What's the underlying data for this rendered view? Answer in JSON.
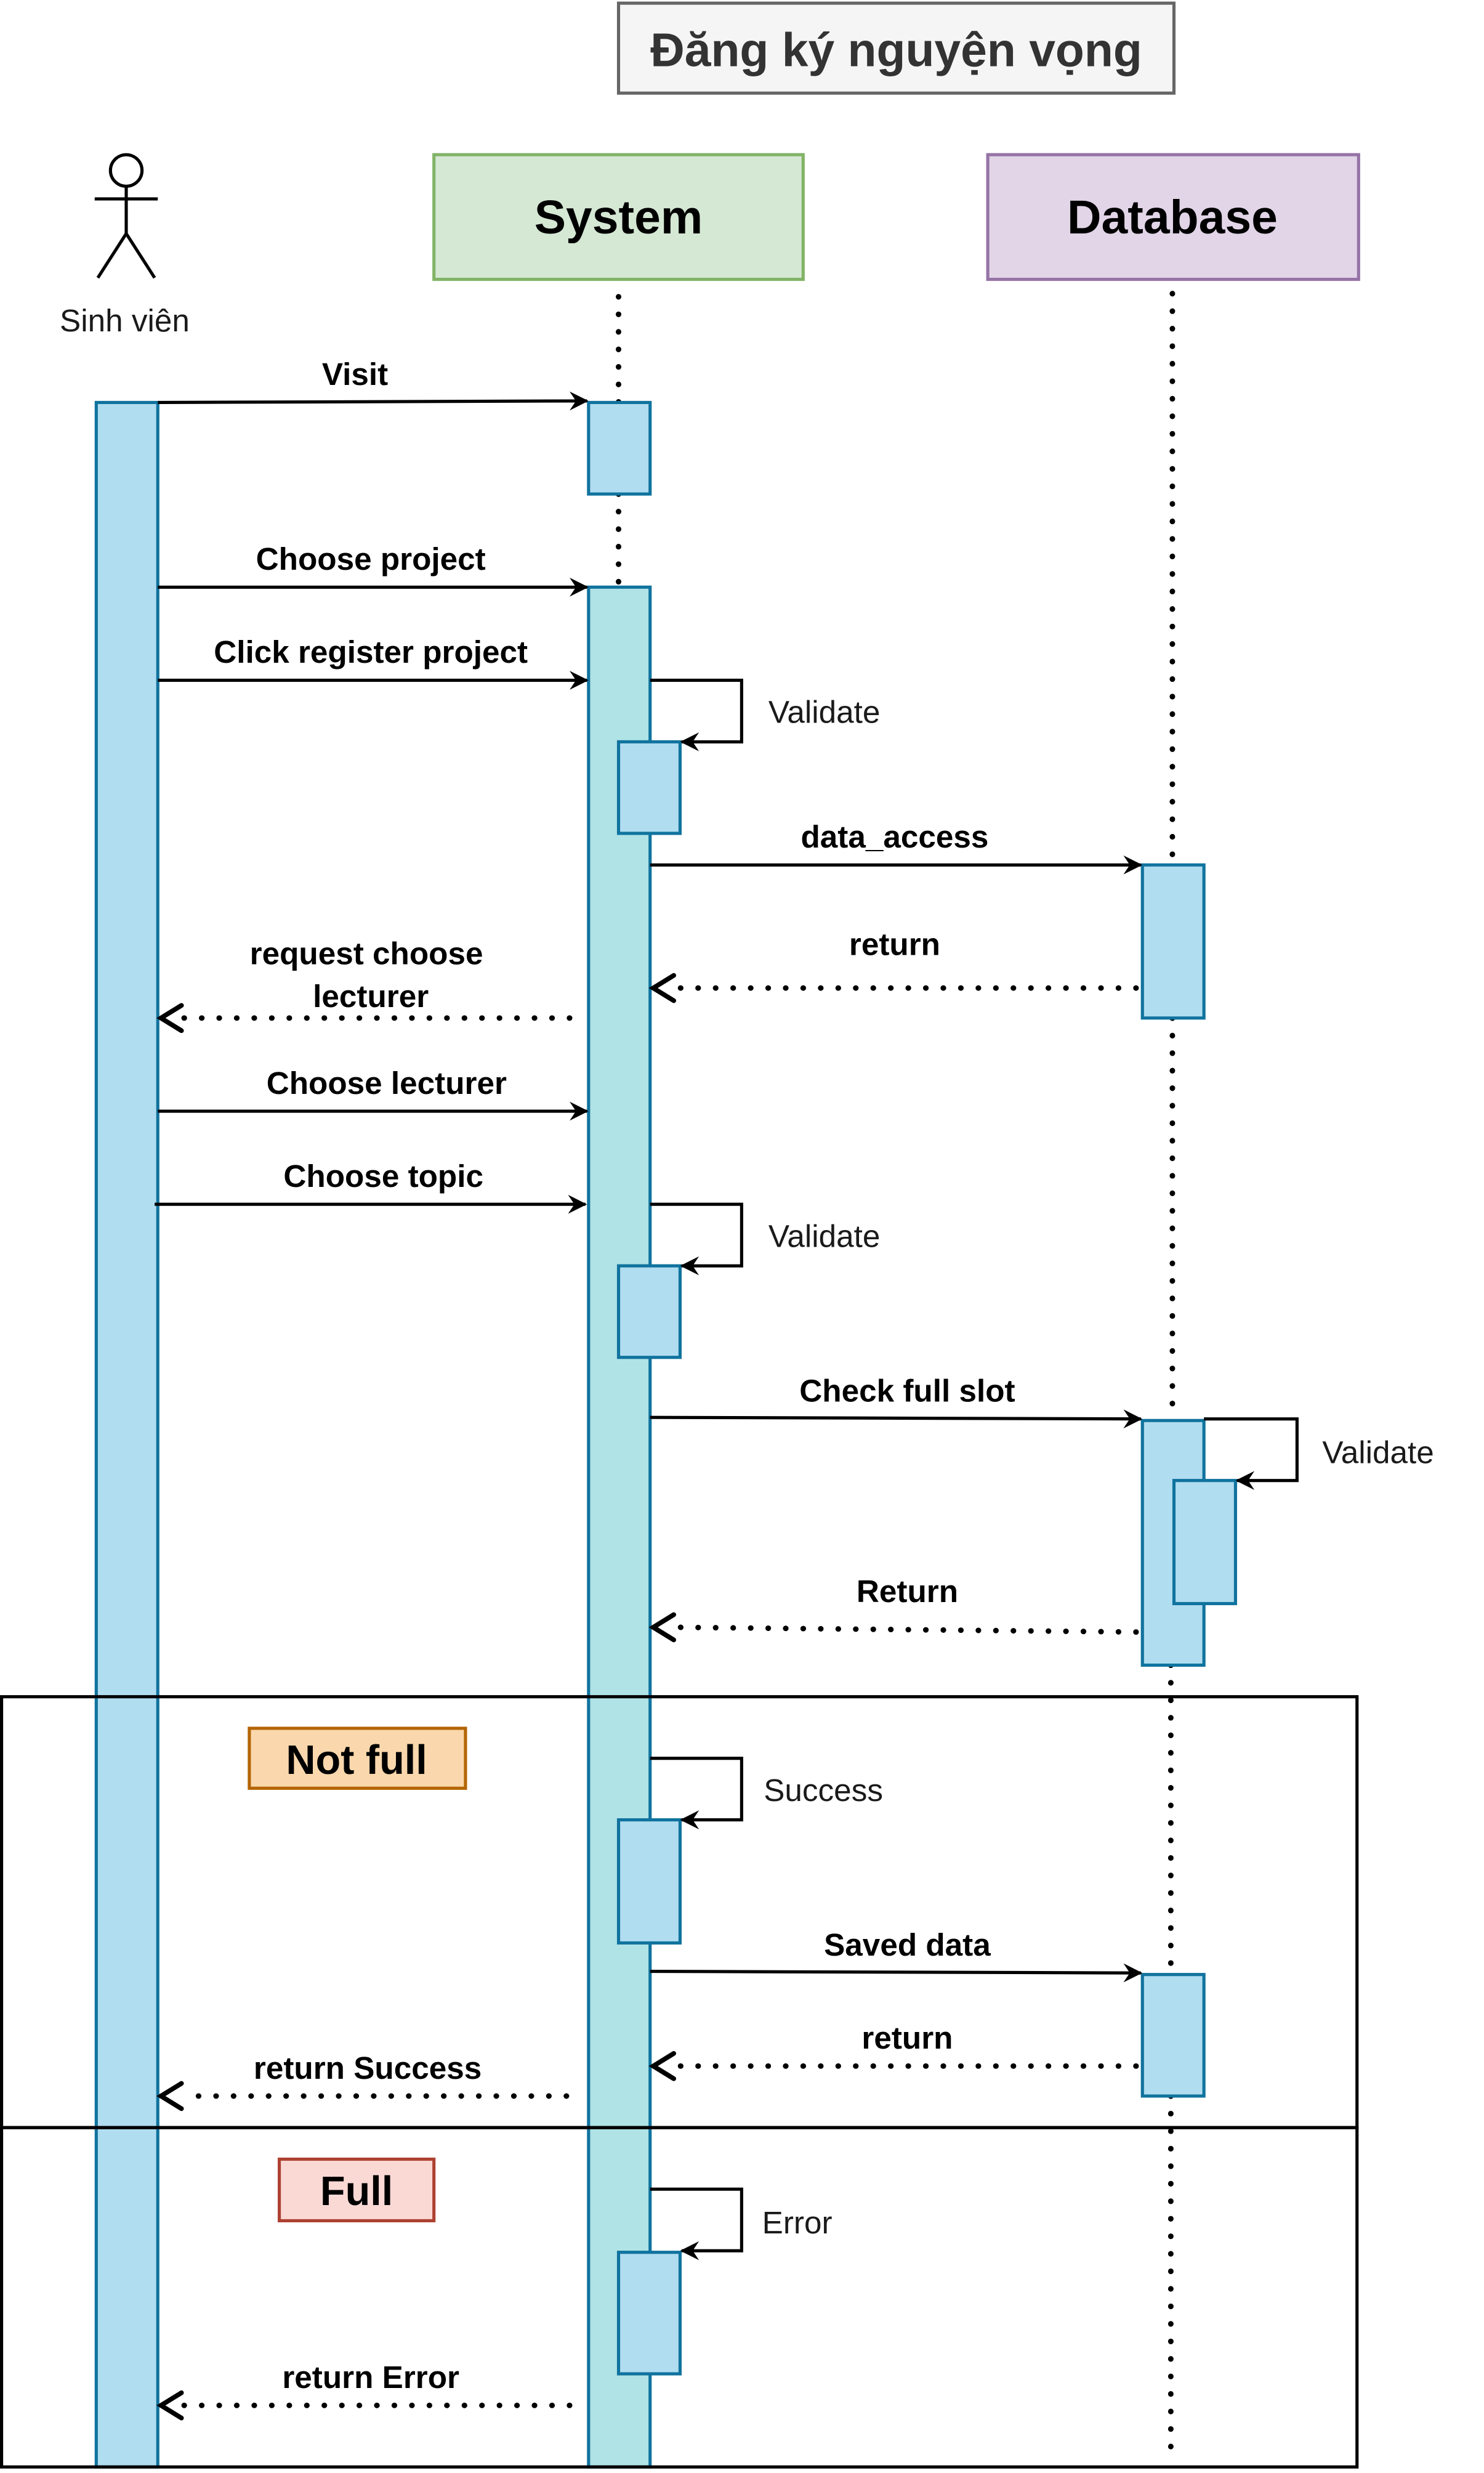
{
  "title": "Đăng ký nguyện vọng",
  "actor": {
    "label": "Sinh viên"
  },
  "participants": [
    {
      "id": "system",
      "label": "System",
      "fill": "#d5e8d4",
      "stroke": "#82b366"
    },
    {
      "id": "database",
      "label": "Database",
      "fill": "#e1d5e7",
      "stroke": "#9673a6"
    }
  ],
  "messages": [
    {
      "id": "visit",
      "label": "Visit",
      "kind": "sync"
    },
    {
      "id": "choose-project",
      "label": "Choose project",
      "kind": "sync"
    },
    {
      "id": "click-register",
      "label": "Click register project",
      "kind": "sync"
    },
    {
      "id": "validate-1",
      "label": "Validate",
      "kind": "self"
    },
    {
      "id": "data-access",
      "label": "data_access",
      "kind": "sync"
    },
    {
      "id": "return-1",
      "label": "return",
      "kind": "reply"
    },
    {
      "id": "request-choose-lecturer",
      "label": "request choose\nlecturer",
      "kind": "reply"
    },
    {
      "id": "choose-lecturer",
      "label": "Choose lecturer",
      "kind": "sync"
    },
    {
      "id": "choose-topic",
      "label": "Choose topic",
      "kind": "sync"
    },
    {
      "id": "validate-2",
      "label": "Validate",
      "kind": "self"
    },
    {
      "id": "check-full-slot",
      "label": "Check full slot",
      "kind": "sync"
    },
    {
      "id": "validate-3",
      "label": "Validate",
      "kind": "self"
    },
    {
      "id": "return-2",
      "label": "Return",
      "kind": "reply"
    },
    {
      "id": "success",
      "label": "Success",
      "kind": "self"
    },
    {
      "id": "saved-data",
      "label": "Saved data",
      "kind": "sync"
    },
    {
      "id": "return-3",
      "label": "return",
      "kind": "reply"
    },
    {
      "id": "return-success",
      "label": "return Success",
      "kind": "reply"
    },
    {
      "id": "error",
      "label": "Error",
      "kind": "self"
    },
    {
      "id": "return-error",
      "label": "return Error",
      "kind": "reply"
    }
  ],
  "fragments": [
    {
      "id": "not-full",
      "label": "Not full",
      "fill": "#fad7ac",
      "stroke": "#b46504"
    },
    {
      "id": "full",
      "label": "Full",
      "fill": "#fad9d5",
      "stroke": "#ae4132"
    }
  ],
  "colors": {
    "activation_fill": "#b1ddf0",
    "activation_fill_alt": "#b0e3e6",
    "activation_stroke": "#10739e",
    "title_fill": "#f5f5f5",
    "title_stroke": "#666666",
    "line": "#000000",
    "text": "#1a1a1a"
  }
}
